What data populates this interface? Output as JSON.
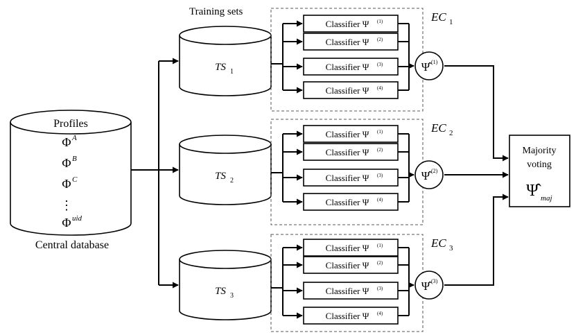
{
  "labels": {
    "training_sets": "Training sets",
    "central_database": "Central database"
  },
  "database": {
    "title": "Profiles",
    "profiles": [
      {
        "base": "Φ",
        "sup": "A"
      },
      {
        "base": "Φ",
        "sup": "B"
      },
      {
        "base": "Φ",
        "sup": "C"
      },
      {
        "base": "⋮",
        "sup": ""
      },
      {
        "base": "Φ",
        "sup": "uid"
      }
    ]
  },
  "groups": [
    {
      "ts": {
        "base": "TS",
        "sub": "1"
      },
      "ec": {
        "base": "EC",
        "sub": "1"
      },
      "classifiers": [
        {
          "label": "Classifier Ψ",
          "sup": "(1)"
        },
        {
          "label": "Classifier Ψ",
          "sup": "(2)"
        },
        {
          "label": "Classifier Ψ",
          "sup": "(3)"
        },
        {
          "label": "Classifier Ψ",
          "sup": "(4)"
        }
      ],
      "combiner": {
        "base": "Ψ̂",
        "sup": "(1)"
      }
    },
    {
      "ts": {
        "base": "TS",
        "sub": "2"
      },
      "ec": {
        "base": "EC",
        "sub": "2"
      },
      "classifiers": [
        {
          "label": "Classifier Ψ",
          "sup": "(1)"
        },
        {
          "label": "Classifier Ψ",
          "sup": "(2)"
        },
        {
          "label": "Classifier Ψ",
          "sup": "(3)"
        },
        {
          "label": "Classifier Ψ",
          "sup": "(4)"
        }
      ],
      "combiner": {
        "base": "Ψ̂",
        "sup": "(2)"
      }
    },
    {
      "ts": {
        "base": "TS",
        "sub": "3"
      },
      "ec": {
        "base": "EC",
        "sub": "3"
      },
      "classifiers": [
        {
          "label": "Classifier Ψ",
          "sup": "(1)"
        },
        {
          "label": "Classifier Ψ",
          "sup": "(2)"
        },
        {
          "label": "Classifier Ψ",
          "sup": "(3)"
        },
        {
          "label": "Classifier Ψ",
          "sup": "(4)"
        }
      ],
      "combiner": {
        "base": "Ψ̂",
        "sup": "(3)"
      }
    }
  ],
  "majority": {
    "line1": "Majority",
    "line2": "voting",
    "symbol": "Ψ̂",
    "sub": "maj"
  }
}
